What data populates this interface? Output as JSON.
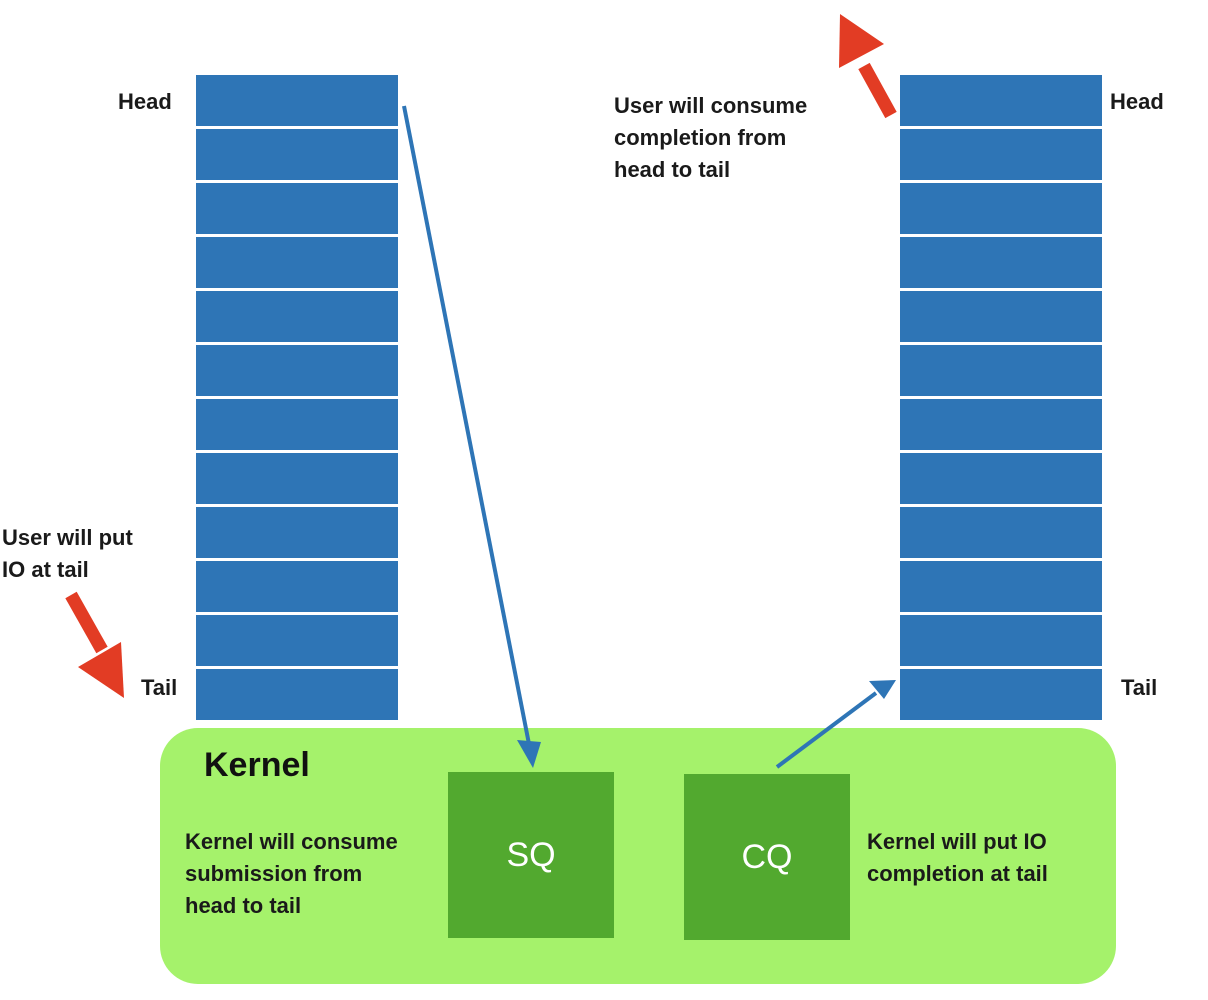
{
  "user_side": {
    "left_queue": {
      "head_label": "Head",
      "tail_label": "Tail",
      "slot_count": 12,
      "note": "User will put\nIO at tail"
    },
    "right_queue": {
      "head_label": "Head",
      "tail_label": "Tail",
      "slot_count": 12,
      "note": "User will consume\ncompletion from\nhead to tail"
    }
  },
  "kernel": {
    "title": "Kernel",
    "sq_label": "SQ",
    "cq_label": "CQ",
    "sq_note": "Kernel will consume\nsubmission from\nhead to tail",
    "cq_note": "Kernel will put IO\ncompletion at tail"
  },
  "colors": {
    "queue_slot": "#2e75b6",
    "kernel_bg": "#a5f26b",
    "queue_box": "#52a92f",
    "flow_arrow": "#2e75b6",
    "user_arrow": "#e23c24"
  }
}
